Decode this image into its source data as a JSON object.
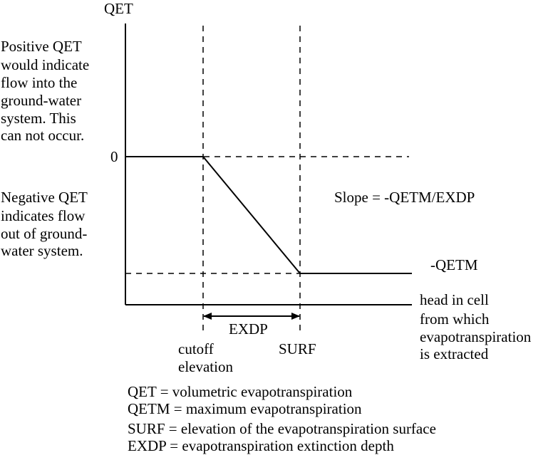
{
  "axes": {
    "y_label": "QET",
    "zero_label": "0",
    "x_label_lines": [
      "head in cell",
      "from which",
      "evapotranspiration",
      "is extracted"
    ]
  },
  "annotations": {
    "positive_note_lines": [
      "Positive QET",
      "would indicate",
      "flow into the",
      "ground-water",
      "system. This",
      "can not occur."
    ],
    "negative_note_lines": [
      "Negative QET",
      "indicates flow",
      "out of ground-",
      "water system."
    ],
    "slope": "Slope = -QETM/EXDP",
    "qetm_level": "-QETM",
    "exdp": "EXDP",
    "cutoff_lines": [
      "cutoff",
      "elevation"
    ],
    "surf": "SURF"
  },
  "legend": [
    "QET = volumetric evapotranspiration",
    "QETM = maximum evapotranspiration",
    "SURF = elevation of the evapotranspiration surface",
    "EXDP = evapotranspiration extinction depth"
  ]
}
